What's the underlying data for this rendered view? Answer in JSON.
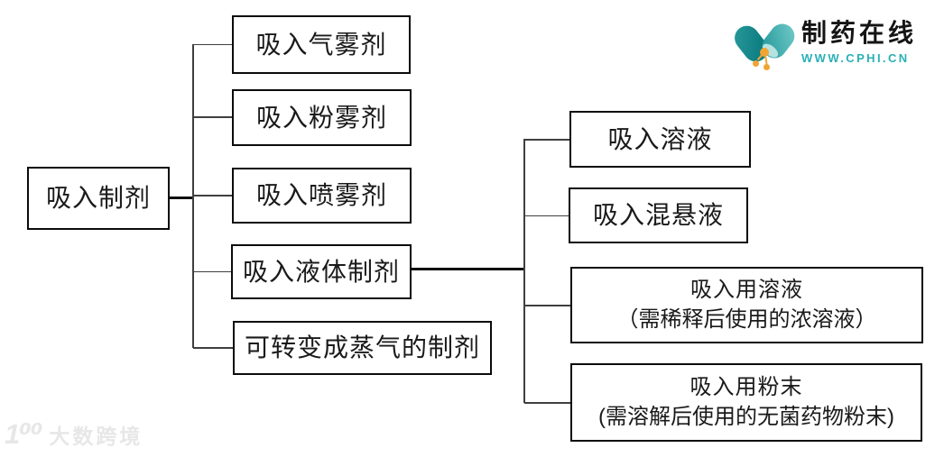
{
  "diagram": {
    "root": {
      "label": "吸入制剂"
    },
    "level1": [
      {
        "label": "吸入气雾剂"
      },
      {
        "label": "吸入粉雾剂"
      },
      {
        "label": "吸入喷雾剂"
      },
      {
        "label": "吸入液体制剂"
      },
      {
        "label": "可转变成蒸气的制剂"
      }
    ],
    "level2": [
      {
        "label": "吸入溶液"
      },
      {
        "label": "吸入混悬液"
      },
      {
        "label": "吸入用溶液",
        "sublabel": "（需稀释后使用的浓溶液）"
      },
      {
        "label": "吸入用粉末",
        "sublabel": "(需溶解后使用的无菌药物粉末)"
      }
    ]
  },
  "branding": {
    "site_name": "制药在线",
    "site_url": "WWW.CPHI.CN",
    "accent_teal": "#2ab0b6",
    "capsule_dark_teal": "#0e7f83",
    "capsule_light_teal": "#74ccc9",
    "molecule_orange": "#f0a432"
  },
  "watermark": {
    "logo_text": "1⁰⁰",
    "text": "大数跨境"
  }
}
